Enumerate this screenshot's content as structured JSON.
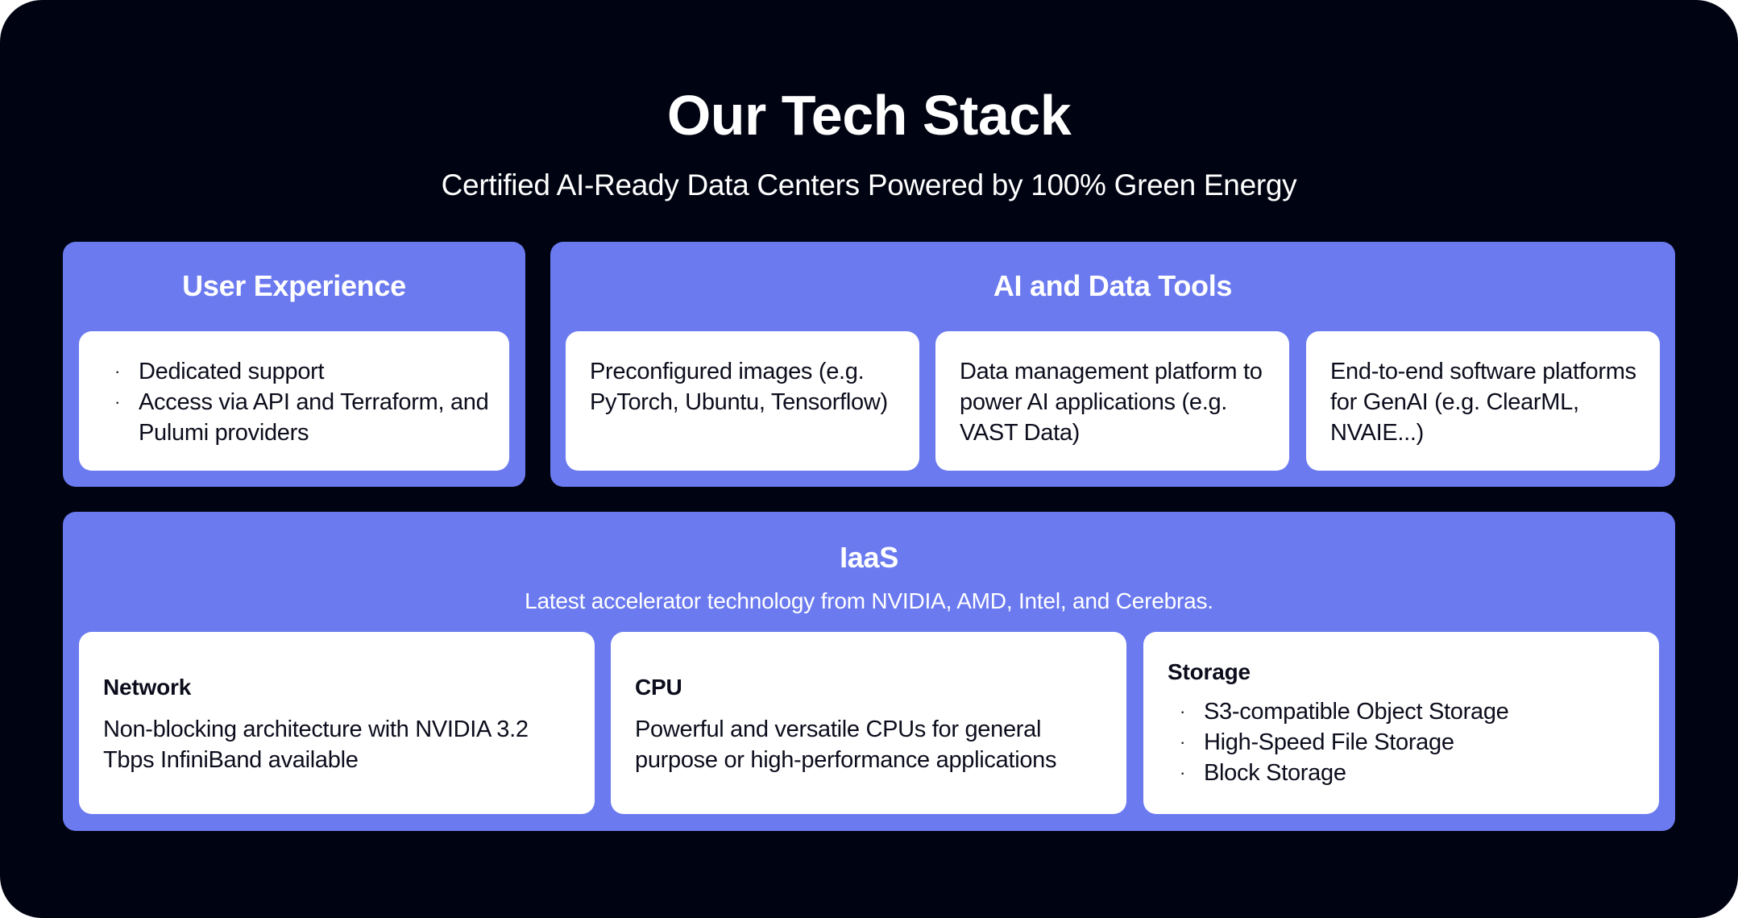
{
  "header": {
    "title": "Our Tech Stack",
    "subtitle": "Certified AI-Ready Data Centers Powered by 100% Green Energy"
  },
  "colors": {
    "background": "#000311",
    "panel": "#6b7aef",
    "card": "#ffffff",
    "text_dark": "#0c0d1c",
    "text_light": "#ffffff"
  },
  "user_experience": {
    "heading": "User Experience",
    "bullet_glyph": "·",
    "bullets": [
      "Dedicated support",
      "Access via API and Terraform, and Pulumi providers"
    ]
  },
  "ai_data_tools": {
    "heading": "AI and Data Tools",
    "cards": [
      {
        "text": "Preconfigured images (e.g. PyTorch, Ubuntu, Tensorflow)"
      },
      {
        "text": "Data management platform to power AI applications (e.g. VAST Data)"
      },
      {
        "text": "End-to-end software platforms for GenAI (e.g. ClearML, NVAIE...)"
      }
    ]
  },
  "iaas": {
    "heading": "IaaS",
    "subtitle": "Latest accelerator technology from NVIDIA, AMD, Intel, and Cerebras.",
    "cards": [
      {
        "title": "Network",
        "text": "Non-blocking architecture with NVIDIA 3.2 Tbps InfiniBand available"
      },
      {
        "title": "CPU",
        "text": "Powerful and versatile CPUs for general purpose or high-performance applications"
      },
      {
        "title": "Storage",
        "bullets": [
          "S3-compatible Object Storage",
          "High-Speed File Storage",
          "Block Storage"
        ]
      }
    ]
  }
}
